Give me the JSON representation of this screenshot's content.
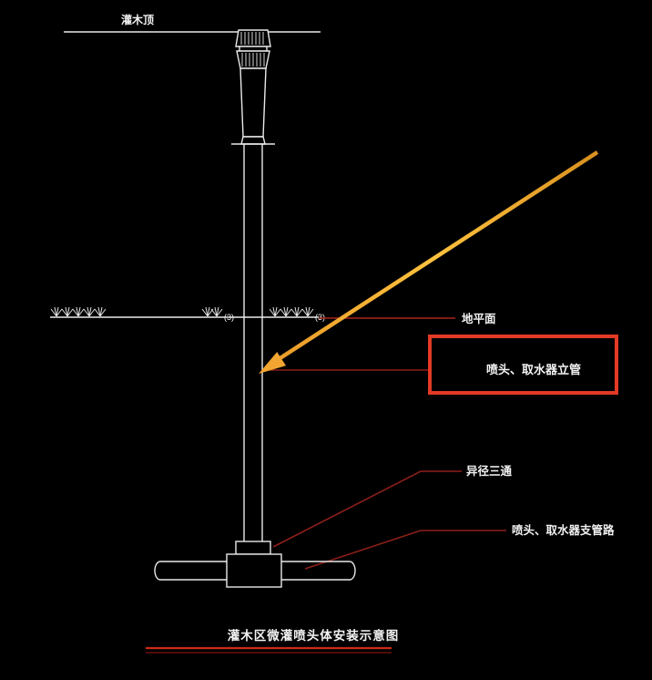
{
  "diagram": {
    "title_hint": "irrigation sprinkler installation detail (CAD drawing)",
    "labels": {
      "shrub_top": "灌木顶",
      "ground_level": "地平面",
      "grass_note_left": "(3)",
      "grass_note_right": "(3)",
      "riser_highlight": "喷头、取水器立管",
      "reducing_tee": "异径三通",
      "branch_pipe": "喷头、取水器支管路",
      "caption": "灌木区微灌喷头体安装示意图"
    },
    "colors": {
      "background": "#000000",
      "drawing_line": "#e9e9e9",
      "text": "#f2f2f2",
      "leader_line": "#8e1f1a",
      "highlight_box": "#e23a26",
      "annotation_arrow": "#efa63b",
      "caption_underline_primary": "#cf2a1b",
      "caption_underline_secondary": "#7c1410"
    }
  }
}
